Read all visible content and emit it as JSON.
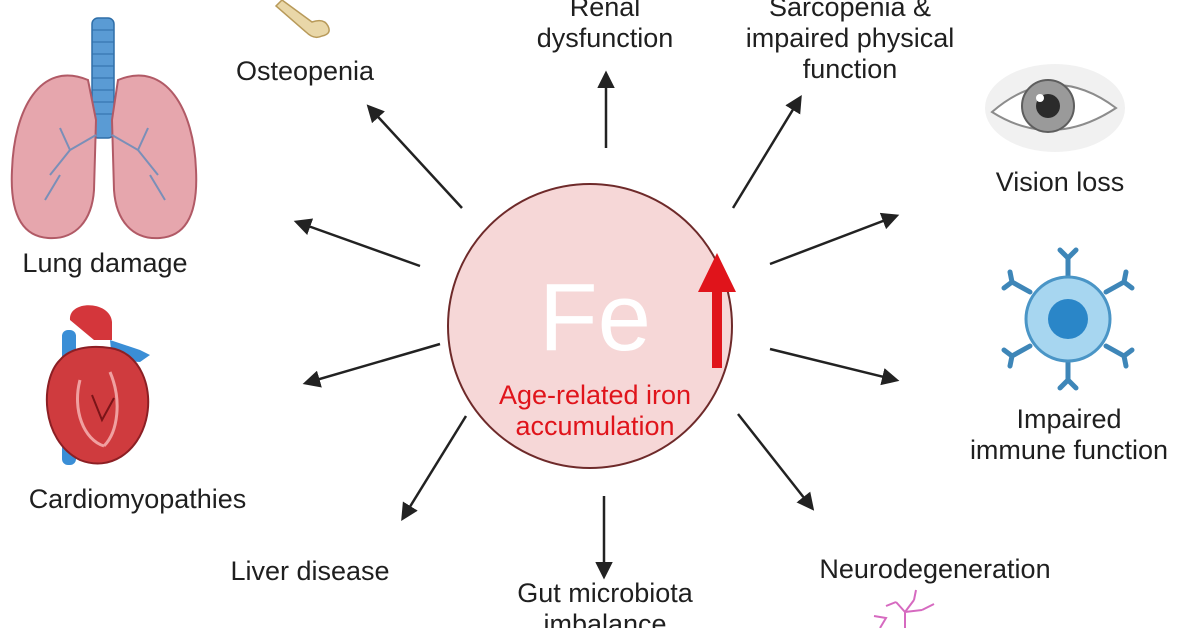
{
  "center": {
    "symbol": "Fe",
    "caption": "Age-related iron\naccumulation",
    "fill": "#f6d7d7",
    "stroke": "#6e2a2a",
    "accent": "#e0141b"
  },
  "outcomes": {
    "osteopenia": "Osteopenia",
    "renal": "Renal\ndysfunction",
    "sarcopenia": "Sarcopenia &\nimpaired physical\nfunction",
    "vision": "Vision loss",
    "lung": "Lung damage",
    "immune": "Impaired\nimmune function",
    "cardio": "Cardiomyopathies",
    "liver": "Liver disease",
    "gut": "Gut microbiota\nimbalance",
    "neuro": "Neurodegeneration"
  },
  "icons": [
    "bone-icon",
    "lungs-icon",
    "eye-icon",
    "heart-icon",
    "immune-cell-icon",
    "neuron-icon"
  ]
}
